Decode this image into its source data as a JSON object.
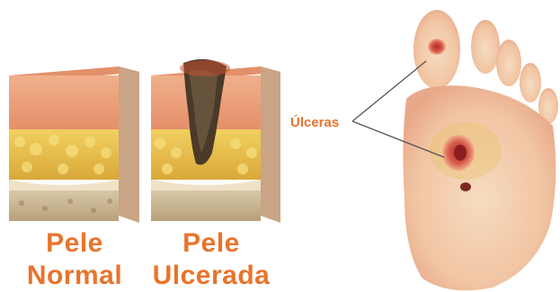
{
  "captions": {
    "normal": {
      "line1": "Pele",
      "line2": "Normal"
    },
    "ulcer": {
      "line1": "Pele",
      "line2": "Ulcerada"
    }
  },
  "annotation": {
    "label": "Úlceras"
  },
  "colors": {
    "label_orange": "#e8742c",
    "skin_top": "#e9a07a",
    "fat": "#e6c24a",
    "muscle": "#c9b89a",
    "ulcer_dark": "#4a3a2a",
    "foot_skin": "#f3c7a8"
  }
}
